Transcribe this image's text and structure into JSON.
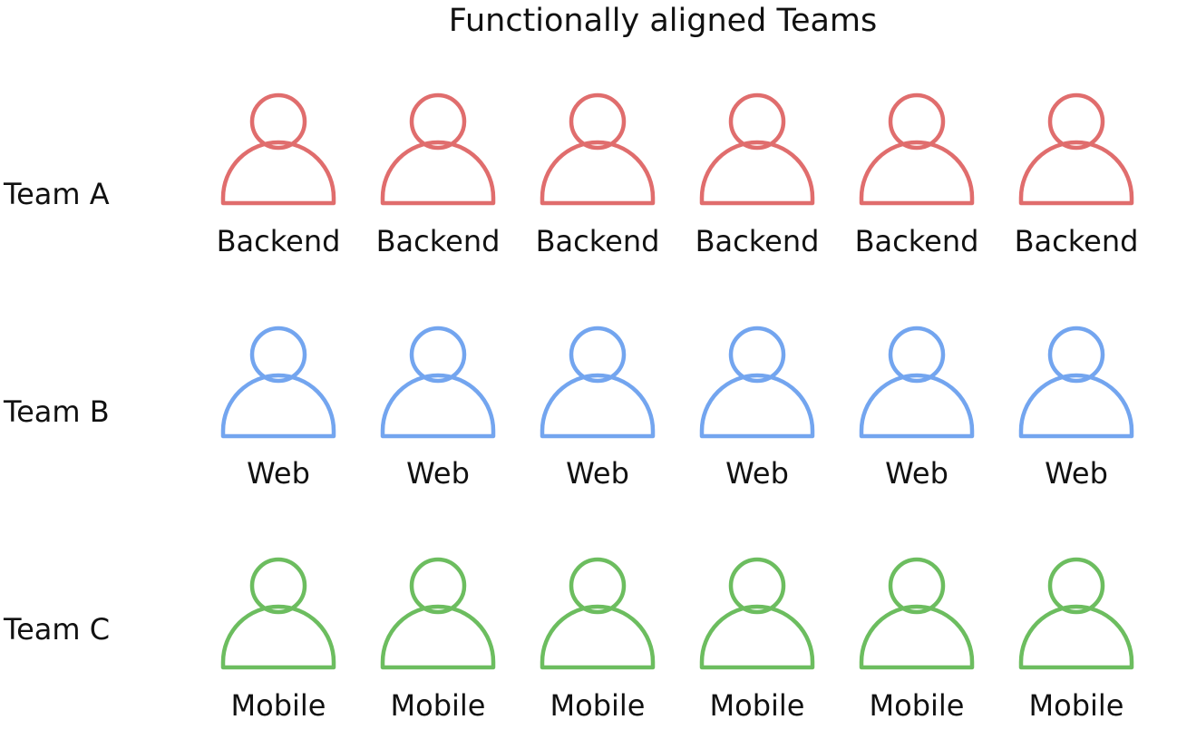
{
  "title": "Functionally aligned Teams",
  "teams": [
    {
      "label": "Team A",
      "color": "#e06d6d",
      "members": [
        "Backend",
        "Backend",
        "Backend",
        "Backend",
        "Backend",
        "Backend"
      ]
    },
    {
      "label": "Team B",
      "color": "#73a5ef",
      "members": [
        "Web",
        "Web",
        "Web",
        "Web",
        "Web",
        "Web"
      ]
    },
    {
      "label": "Team C",
      "color": "#6cbd5f",
      "members": [
        "Mobile",
        "Mobile",
        "Mobile",
        "Mobile",
        "Mobile",
        "Mobile"
      ]
    }
  ]
}
